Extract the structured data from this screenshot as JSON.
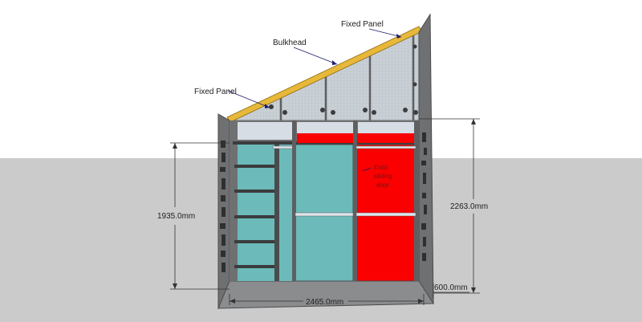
{
  "labels": {
    "fixed_panel_top": "Fixed Panel",
    "bulkhead": "Bulkhead",
    "fixed_panel_left": "Fixed Panel",
    "door_note": [
      "Exist",
      "sliding",
      "door"
    ]
  },
  "dimensions": {
    "height_left": "1935.0mm",
    "height_right": "2263.0mm",
    "width_bottom": "2465.0mm",
    "depth": "600.0mm"
  },
  "colors": {
    "sky": "#ffffff",
    "ground": "#cbcbcb",
    "frame": "#6f7072",
    "teal": "#6cbaba",
    "red": "#fb0000",
    "bulkhead_board": "#e8b83a",
    "fixed_panel": "#cfd6dc",
    "top_band": "#d6dde5"
  }
}
